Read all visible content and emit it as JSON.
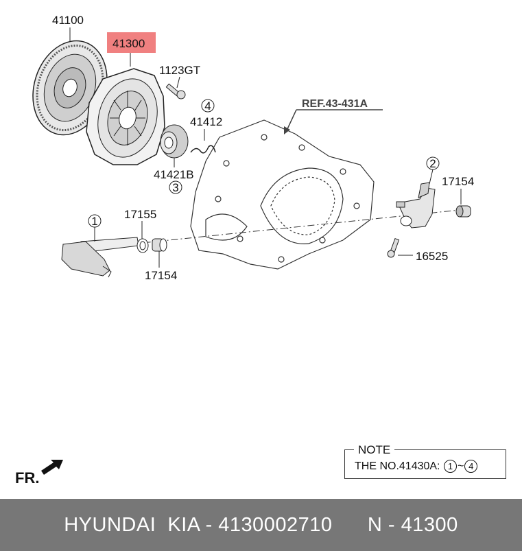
{
  "parts": {
    "p41100": "41100",
    "p41300": "41300",
    "p1123gt": "1123GT",
    "p41412": "41412",
    "p41421b": "41421B",
    "p17155": "17155",
    "p17154_left": "17154",
    "p17154_right": "17154",
    "p16525": "16525",
    "ref": "REF.43-431A"
  },
  "markers": {
    "m1": "1",
    "m2": "2",
    "m3": "3",
    "m4": "4"
  },
  "highlight_color": "#f08080",
  "note": {
    "title": "NOTE",
    "text": "THE NO.41430A:",
    "range_start": "1",
    "range_sep": "~",
    "range_end": "4"
  },
  "direction": {
    "label": "FR."
  },
  "footer": {
    "text": "HYUNDAI  KIA - 4130002710      N - 41300"
  }
}
